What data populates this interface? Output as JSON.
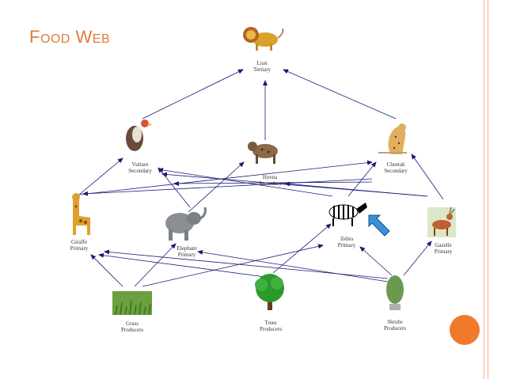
{
  "title": "Food Web",
  "colors": {
    "title": "#e07b3a",
    "arrow": "#1a1a7a",
    "pointer": "#3a8fd9",
    "accent_dot": "#f07a2a"
  },
  "nodes": {
    "lion": {
      "name": "Lion",
      "role": "Tertiary",
      "icon": "lion-icon"
    },
    "vulture": {
      "name": "Vulture",
      "role": "Secondary",
      "icon": "vulture-icon"
    },
    "hyena": {
      "name": "Hyena",
      "role": "Secondary",
      "icon": "hyena-icon"
    },
    "cheetah": {
      "name": "Cheetah",
      "role": "Secondary",
      "icon": "cheetah-icon"
    },
    "giraffe": {
      "name": "Giraffe",
      "role": "Primary",
      "icon": "giraffe-icon"
    },
    "elephant": {
      "name": "Elephant",
      "role": "Primary",
      "icon": "elephant-icon"
    },
    "zebra": {
      "name": "Zebra",
      "role": "Primary",
      "icon": "zebra-icon"
    },
    "gazelle": {
      "name": "Gazelle",
      "role": "Primary",
      "icon": "gazelle-icon"
    },
    "grass": {
      "name": "Grass",
      "role": "Producers",
      "icon": "grass-icon"
    },
    "trees": {
      "name": "Trees",
      "role": "Producers",
      "icon": "tree-icon"
    },
    "shrubs": {
      "name": "Shrubs",
      "role": "Producers",
      "icon": "shrub-icon"
    }
  }
}
